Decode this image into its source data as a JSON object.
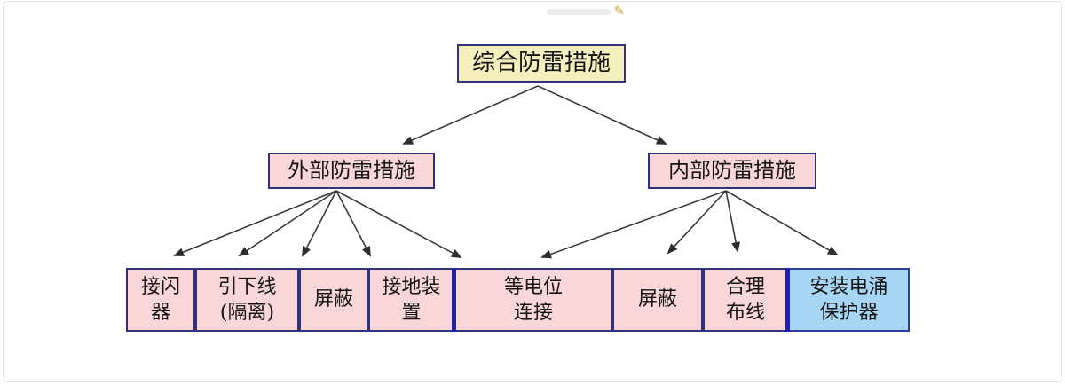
{
  "nodes": {
    "root": {
      "label": "综合防雷措施"
    },
    "external": {
      "label": "外部防雷措施"
    },
    "internal": {
      "label": "内部防雷措施"
    },
    "leaves": [
      {
        "label": "接闪\n器"
      },
      {
        "label": "引下线\n(隔离)"
      },
      {
        "label": "屏蔽"
      },
      {
        "label": "接地装\n置"
      },
      {
        "label": "等电位\n连接"
      },
      {
        "label": "屏蔽"
      },
      {
        "label": "合理\n布线"
      },
      {
        "label": "安装电涌\n保护器"
      }
    ]
  },
  "colors": {
    "root_fill": "#f5efbd",
    "branch_fill": "#f9d6d8",
    "highlight_fill": "#a6d6f3",
    "node_border": "#32327a",
    "group_divider": "#2121ad",
    "arrow": "#3a3a3a",
    "watermark_icon": "#c9a227"
  },
  "watermark": {
    "icon_glyph": "✎"
  }
}
